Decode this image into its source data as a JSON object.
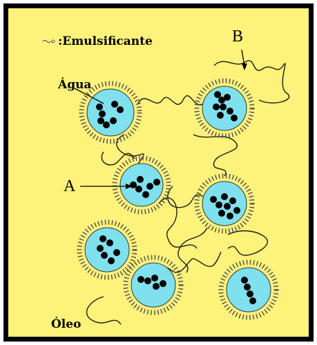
{
  "labels": {
    "emulsifier": ":Emulsificante",
    "water": "Água",
    "oil": "Óleo",
    "a": "A",
    "b": "B"
  },
  "colors": {
    "background": "#fdf27a",
    "droplet": "#7fe0ee",
    "beads": "#000000"
  }
}
